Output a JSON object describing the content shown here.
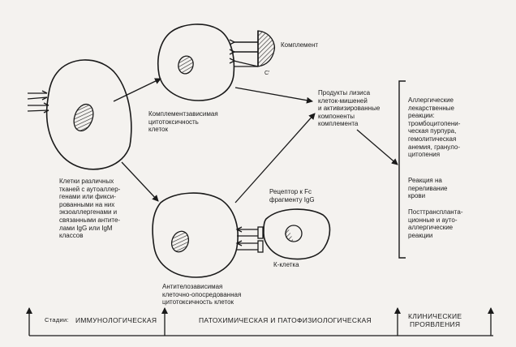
{
  "labels": {
    "complement": "Комплемент",
    "c_prime": "C'",
    "complement_dependent": "Комплементзависимая\nцитотоксичность\nклеток",
    "lysis_products": "Продукты лизиса\nклеток-мишеней\nи активизированные\nкомпоненты\nкомплемента",
    "cells_description": "Клетки различных\nтканей с аутоаллер-\nгенами или фикси-\nрованными на них\nэкзоаллергенами и\nсвязанными антите-\nлами IgG или IgM\nклассов",
    "fc_receptor": "Рецептор к Fc\nфрагменту IgG",
    "k_cell": "К-клетка",
    "antibody_dependent": "Антителозависимая\nклеточно-опосредованная\nцитотоксичность клеток"
  },
  "clinical": {
    "allergic": "Аллергические\nлекарственные\nреакции:\nтромбоцитопени-\nческая пурпура,\nгемолитическая\nанемия, грануло-\nцитопения",
    "transfusion": "Реакция на\nпереливание\nкрови",
    "transplant": "Посттрансплантa-\nционные и ауто-\nаллергические\nреакции"
  },
  "stages": {
    "prefix": "Стадии:",
    "immunological": "ИММУНОЛОГИЧЕСКАЯ",
    "pathochemical": "ПАТОХИМИЧЕСКАЯ И   ПАТОФИЗИОЛОГИЧЕСКАЯ",
    "clinical": "КЛИНИЧЕСКИЕ\nПРОЯВЛЕНИЯ"
  }
}
